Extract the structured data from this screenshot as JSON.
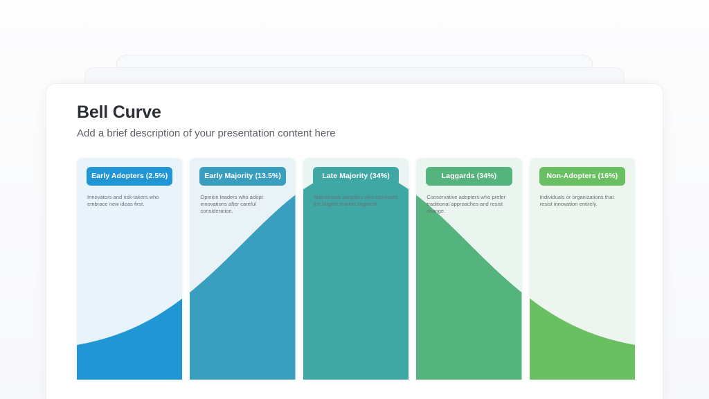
{
  "slide": {
    "title": "Bell Curve",
    "subtitle": "Add a brief description of your presentation content here"
  },
  "segments": [
    {
      "label": "Early Adopters (2.5%)",
      "description": "Innovators and risk-takers who embrace new ideas first.",
      "badge_color": "#2196d4",
      "curve_color": "#2196d4",
      "panel_color": "#e8f3fa"
    },
    {
      "label": "Early Majority (13.5%)",
      "description": "Opinion leaders who adopt innovations after careful consideration.",
      "badge_color": "#3a9fbf",
      "curve_color": "#3a9fbf",
      "panel_color": "#e9f2f6"
    },
    {
      "label": "Late Majority (34%)",
      "description": "Mainstream adopters who represent the largest market segment.",
      "badge_color": "#40a8a4",
      "curve_color": "#40a8a4",
      "panel_color": "#eaf4f3"
    },
    {
      "label": "Laggards (34%)",
      "description": "Conservative adopters who prefer traditional approaches and resist change.",
      "badge_color": "#55b37e",
      "curve_color": "#55b37e",
      "panel_color": "#ebf5ef"
    },
    {
      "label": "Non-Adopters (16%)",
      "description": "Individuals or organizations that resist innovation entirely.",
      "badge_color": "#6abf63",
      "curve_color": "#6abf63",
      "panel_color": "#eef5ee"
    }
  ],
  "chart_data": {
    "type": "area",
    "title": "Bell Curve",
    "subtitle": "Add a brief description of your presentation content here",
    "categories": [
      "Early Adopters (2.5%)",
      "Early Majority (13.5%)",
      "Late Majority (34%)",
      "Laggards (34%)",
      "Non-Adopters (16%)"
    ],
    "values": [
      2.5,
      13.5,
      34,
      34,
      16
    ],
    "xlabel": "",
    "ylabel": "",
    "ylim": [
      0,
      100
    ],
    "grid": false,
    "legend": "none",
    "curve": {
      "distribution": "gaussian",
      "mean_position": 0.5,
      "sigma": 0.2,
      "baseline_fraction": 0.12,
      "peak_fraction": 1.0
    }
  }
}
